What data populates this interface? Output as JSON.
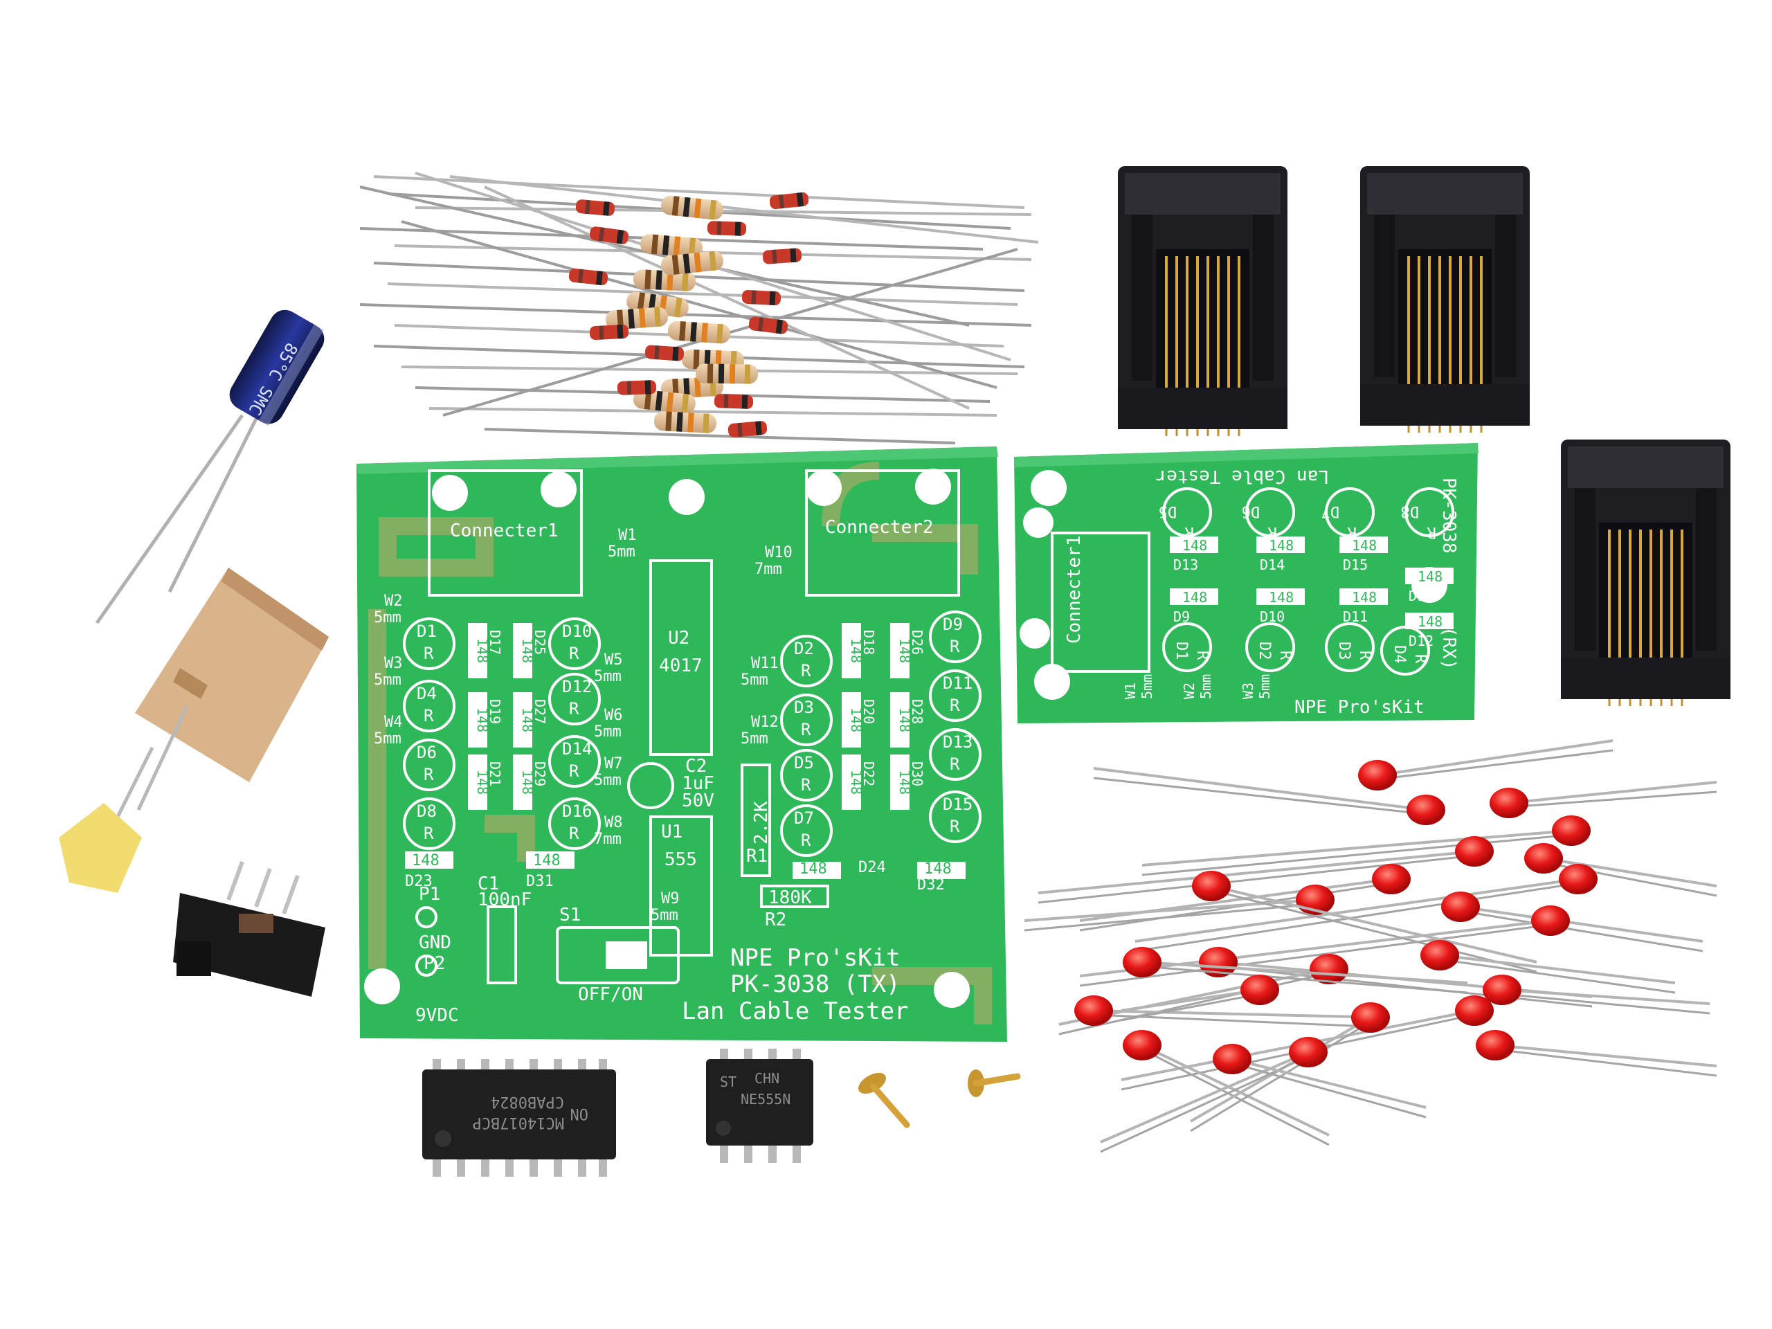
{
  "tx_board": {
    "brand": "NPE Pro'sKit",
    "model": "PK-3038 (TX)",
    "product": "Lan Cable Tester",
    "connector1": "Connecter1",
    "connector2": "Connecter2",
    "ic_u2_ref": "U2",
    "ic_u2_part": "4017",
    "ic_u1_ref": "U1",
    "ic_u1_part": "555",
    "cap_c2_ref": "C2",
    "cap_c2_value1": "1uF",
    "cap_c2_value2": "50V",
    "cap_c1_ref": "C1",
    "cap_c1_value": "100nF",
    "switch_ref": "S1",
    "switch_label": "OFF/ON",
    "resistor_r1_ref": "R1",
    "resistor_r1_value": "2.2K",
    "resistor_r2_ref": "R2",
    "resistor_r2_value": "180K",
    "p1": "P1",
    "gnd": "GND",
    "p2": "P2",
    "vdc": "9VDC",
    "jumpers": [
      {
        "id": "W1",
        "size": "5mm"
      },
      {
        "id": "W2",
        "size": "5mm"
      },
      {
        "id": "W3",
        "size": "5mm"
      },
      {
        "id": "W4",
        "size": "5mm"
      },
      {
        "id": "W5",
        "size": "5mm"
      },
      {
        "id": "W6",
        "size": "5mm"
      },
      {
        "id": "W7",
        "size": "5mm"
      },
      {
        "id": "W8",
        "size": "7mm"
      },
      {
        "id": "W9",
        "size": "5mm"
      },
      {
        "id": "W10",
        "size": "7mm"
      },
      {
        "id": "W11",
        "size": "5mm"
      },
      {
        "id": "W12",
        "size": "5mm"
      }
    ],
    "leds": [
      "D1",
      "D4",
      "D6",
      "D8",
      "D10",
      "D12",
      "D14",
      "D16",
      "D2",
      "D3",
      "D5",
      "D7",
      "D9",
      "D11",
      "D13",
      "D15"
    ],
    "led_mark": "R",
    "diode_value": "148",
    "diodes_bottom": [
      "D23",
      "D31",
      "D24",
      "D32"
    ],
    "diodes_vertical": [
      "D17",
      "D25",
      "D18",
      "D26",
      "D19",
      "D27",
      "D20",
      "D28",
      "D21",
      "D29",
      "D22",
      "D30"
    ]
  },
  "rx_board": {
    "product": "Lan Cable Tester",
    "model": "PK-3038",
    "rx_mark": "(RX)",
    "brand": "NPE Pro'sKit",
    "connector": "Connecter1",
    "leds_top": [
      "D5",
      "D6",
      "D7",
      "D8"
    ],
    "leds_bottom": [
      "D1",
      "D2",
      "D3",
      "D4"
    ],
    "led_mark": "R",
    "diode_value": "148",
    "diodes": [
      "D13",
      "D14",
      "D15",
      "D16",
      "D9",
      "D10",
      "D11",
      "D12"
    ],
    "jumpers": [
      {
        "id": "W1",
        "size": "5mm"
      },
      {
        "id": "W2",
        "size": "5mm"
      },
      {
        "id": "W3",
        "size": "5mm"
      }
    ]
  },
  "ic_chips": [
    {
      "maker_logo": "ON",
      "line1": "MC14017BCP",
      "line2": "CPAB0824"
    },
    {
      "maker_logo": "ST",
      "line1": "NE555N",
      "line2": "CHN"
    }
  ],
  "capacitor_print": "85°C SMC",
  "colors": {
    "pcb_green": "#2fb85a",
    "pcb_trace": "#c9a86a",
    "silkscreen": "#ffffff",
    "led_red": "#e81818",
    "jack_black": "#1e1e22",
    "pin_gold": "#d8a838"
  }
}
